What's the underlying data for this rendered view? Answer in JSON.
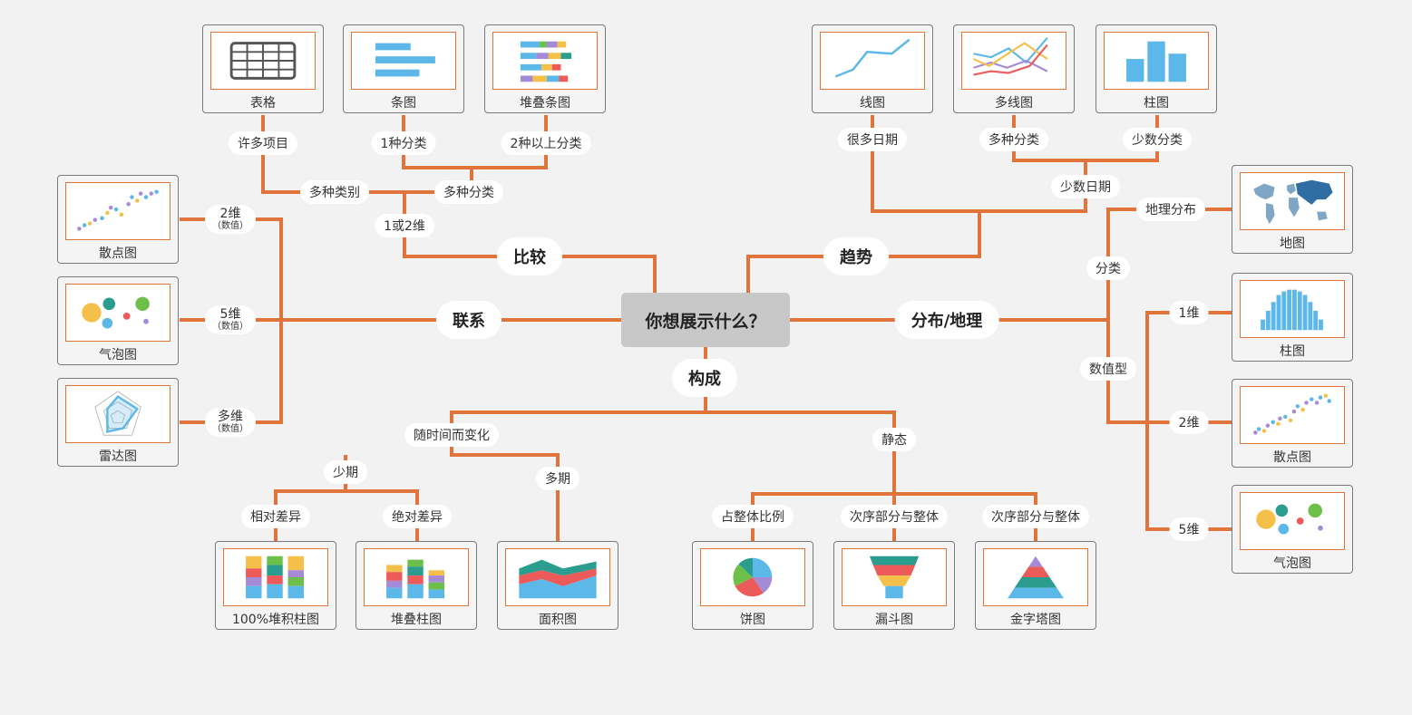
{
  "center": {
    "label": "你想展示什么？"
  },
  "branches": {
    "compare": "比较",
    "trend": "趋势",
    "relation": "联系",
    "distribution": "分布/地理",
    "composition": "构成"
  },
  "labels": {
    "many_items": "许多项目",
    "one_category": "1种分类",
    "two_plus_categories": "2种以上分类",
    "many_types": "多种类别",
    "multi_category": "多种分类",
    "one_or_two_dim": "1或2维",
    "many_dates": "很多日期",
    "trend_multi_category": "多种分类",
    "few_categories": "少数分类",
    "few_dates": "少数日期",
    "geo_distribution": "地理分布",
    "categorical": "分类",
    "numeric": "数值型",
    "dim1": "1维",
    "dim2": "2维",
    "dim5": "5维",
    "rel_2d": "2维",
    "rel_5d": "5维",
    "rel_multi": "多维",
    "numeric_sub": "（数值）",
    "over_time": "随时间而变化",
    "static": "静态",
    "few_periods": "少期",
    "many_periods": "多期",
    "relative_diff": "相对差异",
    "absolute_diff": "绝对差异",
    "share_of_total": "占整体比例",
    "ordered_parts_1": "次序部分与整体",
    "ordered_parts_2": "次序部分与整体"
  },
  "cards": {
    "table": "表格",
    "bar": "条图",
    "stacked_bar": "堆叠条图",
    "line": "线图",
    "multi_line": "多线图",
    "column_trend": "柱图",
    "map": "地图",
    "histogram": "柱图",
    "scatter_dist": "散点图",
    "bubble_dist": "气泡图",
    "scatter_rel": "散点图",
    "bubble_rel": "气泡图",
    "radar": "雷达图",
    "stacked100": "100%堆积柱图",
    "stacked_column": "堆叠柱图",
    "area": "面积图",
    "pie": "饼图",
    "funnel": "漏斗图",
    "pyramid": "金字塔图"
  },
  "colors": {
    "connector": "#e0743b",
    "card_border": "#7a7a7a",
    "thumb_border": "#e0743b",
    "center_bg": "#c8c8c8",
    "chart_blue": "#5bb8e8",
    "chart_yellow": "#f5c04a",
    "chart_red": "#ec5a5a",
    "chart_teal": "#2a9d8f",
    "chart_green": "#6cc04a",
    "chart_purple": "#a58ad6"
  }
}
